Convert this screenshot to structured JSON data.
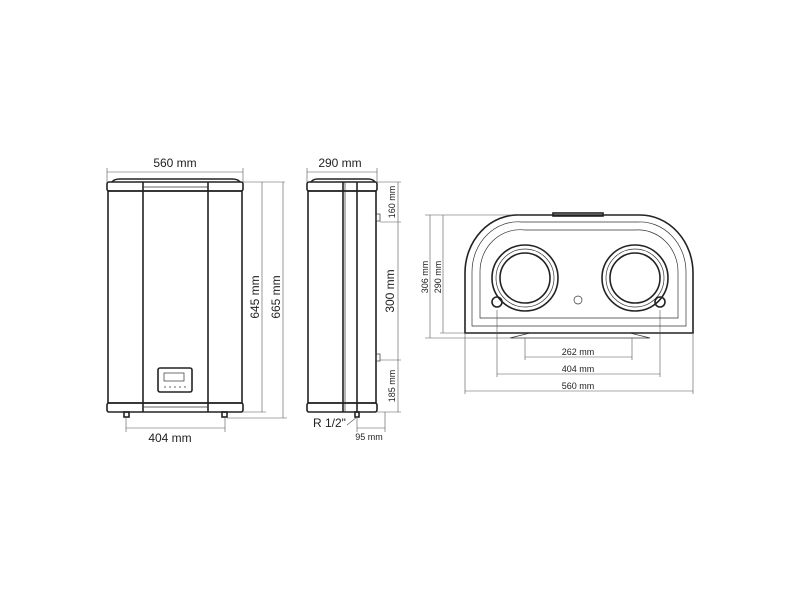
{
  "front_view": {
    "width_label": "560 mm",
    "height_inner_label": "645 mm",
    "height_total_label": "665 mm",
    "feet_spacing_label": "404 mm"
  },
  "side_view": {
    "depth_label": "290 mm",
    "top_bracket_label": "160 mm",
    "bracket_spacing_label": "300 mm",
    "bottom_bracket_label": "185 mm",
    "thread_label": "R 1/2\"",
    "pipe_offset_label": "95 mm"
  },
  "top_view": {
    "depth_total_label": "306 mm",
    "depth_label": "290 mm",
    "flange_spacing_label": "262 mm",
    "feet_spacing_label": "404 mm",
    "width_label": "560 mm"
  }
}
